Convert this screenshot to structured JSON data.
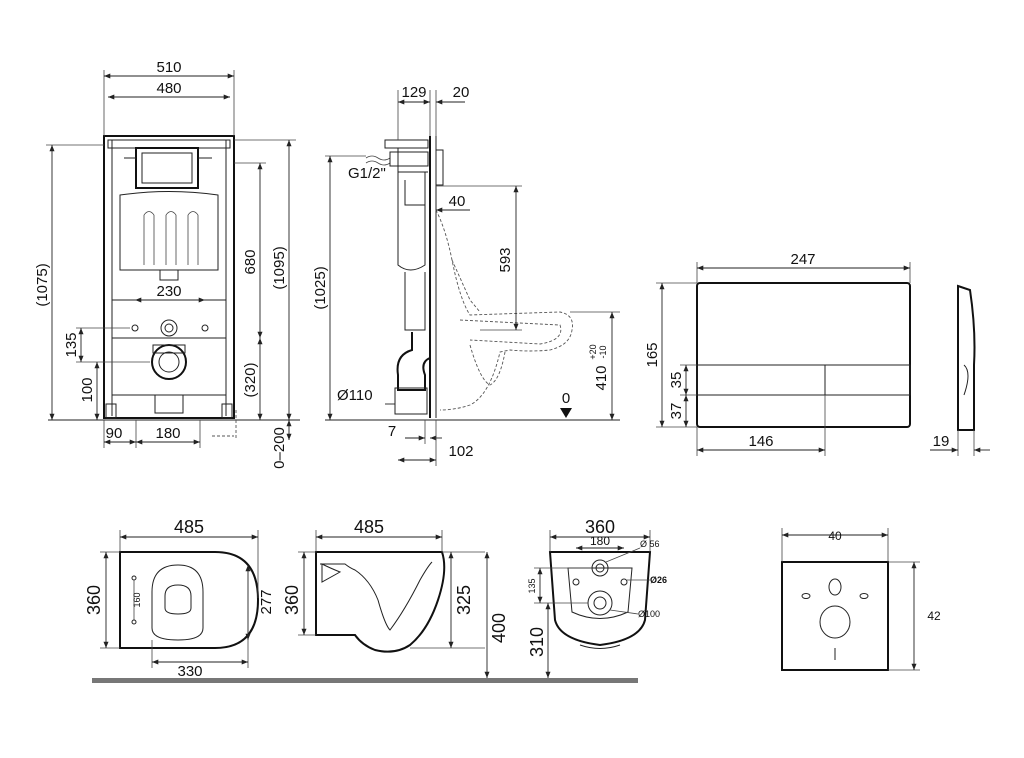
{
  "frame": {
    "w_510": "510",
    "w_480": "480",
    "h_1075": "(1075)",
    "h_680": "680",
    "h_1095": "(1095)",
    "w_230": "230",
    "h_135": "135",
    "h_100": "100",
    "h_320": "(320)",
    "w_90": "90",
    "w_180": "180",
    "h_0200": "0–200"
  },
  "side": {
    "w_129": "129",
    "w_20": "20",
    "inlet": "G1/2\"",
    "h_1025": "(1025)",
    "w_40": "40",
    "h_593": "593",
    "dia_110": "Ø110",
    "w_7": "7",
    "w_102": "102",
    "zero": "0",
    "h_410": "410",
    "tol_plus": "+20",
    "tol_minus": "-10"
  },
  "plate": {
    "w_247": "247",
    "h_165": "165",
    "h_35": "35",
    "h_37": "37",
    "w_146": "146",
    "d_19": "19"
  },
  "bowl_top": {
    "w_485": "485",
    "h_360": "360",
    "h_160": "160",
    "h_277": "277",
    "w_330": "330"
  },
  "bowl_side": {
    "w_485": "485",
    "h_360": "360",
    "h_325": "325",
    "h_400": "400"
  },
  "bowl_back": {
    "w_360": "360",
    "w_180": "180",
    "d_56": "Ø 56",
    "d_26": "Ø26",
    "h_135": "135",
    "d_100": "Ø100",
    "h_310": "310"
  },
  "pad": {
    "w_40": "40",
    "h_42": "42"
  }
}
